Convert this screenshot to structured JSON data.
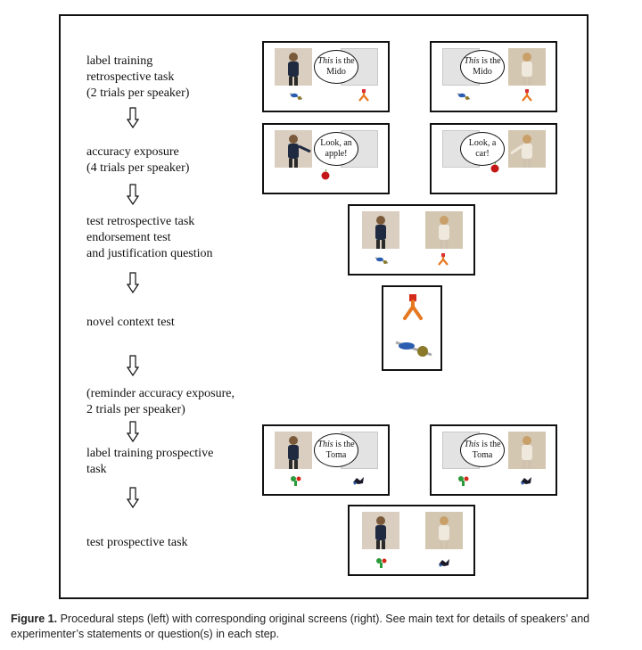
{
  "steps": [
    "label training\nretrospective task\n(2 trials per speaker)",
    "accuracy exposure\n(4 trials per speaker)",
    "test retrospective task\nendorsement test\nand justification question",
    "novel context test",
    "(reminder accuracy exposure,\n2 trials per speaker)",
    "label training prospective\ntask",
    "test prospective task"
  ],
  "bubbles": {
    "mido_this": "This",
    "mido_rest": " is the Mido",
    "apple": "Look, an apple!",
    "car": "Look, a car!",
    "toma_this": "This",
    "toma_rest": " is the Toma"
  },
  "caption": {
    "label": "Figure 1.",
    "text": " Procedural steps (left) with corresponding original screens (right). See main text for details of speakers’ and experimenter’s statements or question(s) in each step."
  },
  "icons": {
    "arrow": "down-arrow-icon",
    "speaker_dark": "speaker-dark-photo",
    "speaker_light": "speaker-light-photo",
    "novel_object_a": "orange-claw-object",
    "novel_object_b": "blue-capsule-object",
    "apple": "apple-icon",
    "novel_object_c": "green-red-object",
    "novel_object_d": "dark-blob-object"
  }
}
